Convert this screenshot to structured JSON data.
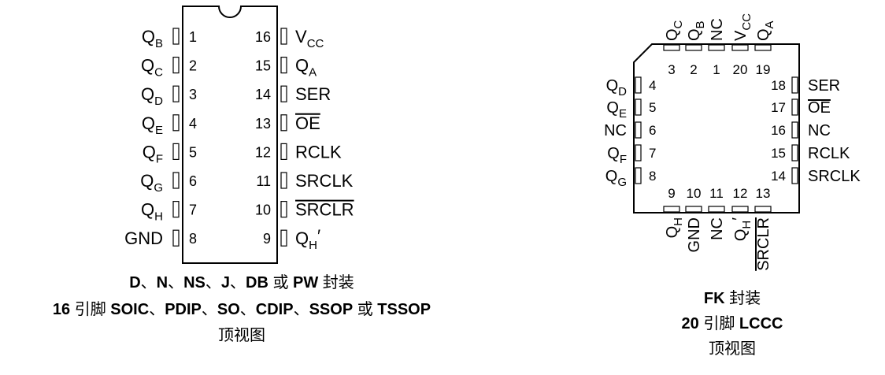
{
  "dip": {
    "left_pins": [
      {
        "num": "1",
        "name": "Q",
        "sub": "B"
      },
      {
        "num": "2",
        "name": "Q",
        "sub": "C"
      },
      {
        "num": "3",
        "name": "Q",
        "sub": "D"
      },
      {
        "num": "4",
        "name": "Q",
        "sub": "E"
      },
      {
        "num": "5",
        "name": "Q",
        "sub": "F"
      },
      {
        "num": "6",
        "name": "Q",
        "sub": "G"
      },
      {
        "num": "7",
        "name": "Q",
        "sub": "H"
      },
      {
        "num": "8",
        "name": "GND",
        "sub": ""
      }
    ],
    "right_pins": [
      {
        "num": "16",
        "name": "V",
        "sub": "CC",
        "overline": false
      },
      {
        "num": "15",
        "name": "Q",
        "sub": "A",
        "overline": false
      },
      {
        "num": "14",
        "name": "SER",
        "sub": "",
        "overline": false
      },
      {
        "num": "13",
        "name": "OE",
        "sub": "",
        "overline": true
      },
      {
        "num": "12",
        "name": "RCLK",
        "sub": "",
        "overline": false
      },
      {
        "num": "11",
        "name": "SRCLK",
        "sub": "",
        "overline": false
      },
      {
        "num": "10",
        "name": "SRCLR",
        "sub": "",
        "overline": true
      },
      {
        "num": "9",
        "name": "Q",
        "sub": "H",
        "prime": "′",
        "overline": false
      }
    ],
    "caption": {
      "line1": [
        {
          "t": "D",
          "b": true
        },
        {
          "t": "、",
          "b": false
        },
        {
          "t": "N",
          "b": true
        },
        {
          "t": "、",
          "b": false
        },
        {
          "t": "NS",
          "b": true
        },
        {
          "t": "、",
          "b": false
        },
        {
          "t": "J",
          "b": true
        },
        {
          "t": "、",
          "b": false
        },
        {
          "t": "DB",
          "b": true
        },
        {
          "t": " 或 ",
          "b": false
        },
        {
          "t": "PW",
          "b": true
        },
        {
          "t": " 封装",
          "b": false
        }
      ],
      "line2": [
        {
          "t": "16",
          "b": true
        },
        {
          "t": " 引脚 ",
          "b": false
        },
        {
          "t": "SOIC",
          "b": true
        },
        {
          "t": "、",
          "b": false
        },
        {
          "t": "PDIP",
          "b": true
        },
        {
          "t": "、",
          "b": false
        },
        {
          "t": "SO",
          "b": true
        },
        {
          "t": "、",
          "b": false
        },
        {
          "t": "CDIP",
          "b": true
        },
        {
          "t": "、",
          "b": false
        },
        {
          "t": "SSOP",
          "b": true
        },
        {
          "t": " 或 ",
          "b": false
        },
        {
          "t": "TSSOP",
          "b": true
        }
      ],
      "line3": [
        {
          "t": "顶视图",
          "b": false
        }
      ]
    }
  },
  "lccc": {
    "top_pins": [
      {
        "num": "3",
        "name": "Q",
        "sub": "C"
      },
      {
        "num": "2",
        "name": "Q",
        "sub": "B"
      },
      {
        "num": "1",
        "name": "NC",
        "sub": ""
      },
      {
        "num": "20",
        "name": "V",
        "sub": "CC"
      },
      {
        "num": "19",
        "name": "Q",
        "sub": "A"
      }
    ],
    "left_pins": [
      {
        "num": "4",
        "name": "Q",
        "sub": "D"
      },
      {
        "num": "5",
        "name": "Q",
        "sub": "E"
      },
      {
        "num": "6",
        "name": "NC",
        "sub": ""
      },
      {
        "num": "7",
        "name": "Q",
        "sub": "F"
      },
      {
        "num": "8",
        "name": "Q",
        "sub": "G"
      }
    ],
    "right_pins": [
      {
        "num": "18",
        "name": "SER",
        "sub": "",
        "overline": false
      },
      {
        "num": "17",
        "name": "OE",
        "sub": "",
        "overline": true
      },
      {
        "num": "16",
        "name": "NC",
        "sub": "",
        "overline": false
      },
      {
        "num": "15",
        "name": "RCLK",
        "sub": "",
        "overline": false
      },
      {
        "num": "14",
        "name": "SRCLK",
        "sub": "",
        "overline": false
      }
    ],
    "bottom_pins": [
      {
        "num": "9",
        "name": "Q",
        "sub": "H",
        "prime": "",
        "overline": false
      },
      {
        "num": "10",
        "name": "GND",
        "sub": "",
        "prime": "",
        "overline": false
      },
      {
        "num": "11",
        "name": "NC",
        "sub": "",
        "prime": "",
        "overline": false
      },
      {
        "num": "12",
        "name": "Q",
        "sub": "H",
        "prime": "′",
        "overline": false
      },
      {
        "num": "13",
        "name": "SRCLR",
        "sub": "",
        "prime": "",
        "overline": true
      }
    ],
    "caption": {
      "line1": [
        {
          "t": "FK",
          "b": true
        },
        {
          "t": " 封装",
          "b": false
        }
      ],
      "line2": [
        {
          "t": "20",
          "b": true
        },
        {
          "t": " 引脚 ",
          "b": false
        },
        {
          "t": "LCCC",
          "b": true
        }
      ],
      "line3": [
        {
          "t": "顶视图",
          "b": false
        }
      ]
    }
  }
}
